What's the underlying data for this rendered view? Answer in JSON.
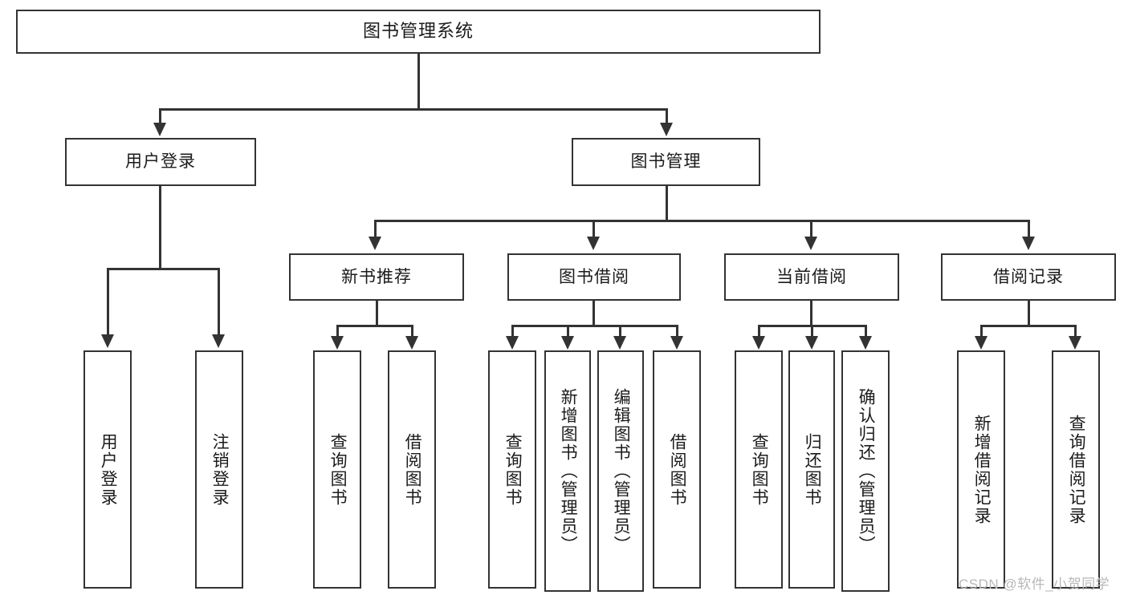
{
  "diagram": {
    "type": "tree-hierarchy",
    "title": "图书管理系统",
    "orientation": "top-down",
    "levels": 4
  },
  "root": {
    "label": "图书管理系统"
  },
  "level1": [
    {
      "label": "用户登录"
    },
    {
      "label": "图书管理"
    }
  ],
  "level2": [
    {
      "label": "新书推荐"
    },
    {
      "label": "图书借阅"
    },
    {
      "label": "当前借阅"
    },
    {
      "label": "借阅记录"
    }
  ],
  "leaves": {
    "user_login": [
      {
        "label": "用户登录"
      },
      {
        "label": "注销登录"
      }
    ],
    "new_book": [
      {
        "label": "查询图书"
      },
      {
        "label": "借阅图书"
      }
    ],
    "book_borrow": [
      {
        "label": "查询图书"
      },
      {
        "label": "新增图书（管理员）"
      },
      {
        "label": "编辑图书（管理员）"
      },
      {
        "label": "借阅图书"
      }
    ],
    "current_borrow": [
      {
        "label": "查询图书"
      },
      {
        "label": "归还图书"
      },
      {
        "label": "确认归还（管理员）"
      }
    ],
    "borrow_record": [
      {
        "label": "新增借阅记录"
      },
      {
        "label": "查询借阅记录"
      }
    ]
  },
  "watermark": {
    "text": "CSDN @软件_小贺同学"
  },
  "colors": {
    "stroke": "#333333",
    "fill": "#ffffff",
    "text": "#1b1b1b",
    "watermark": "#b8b8b8"
  }
}
